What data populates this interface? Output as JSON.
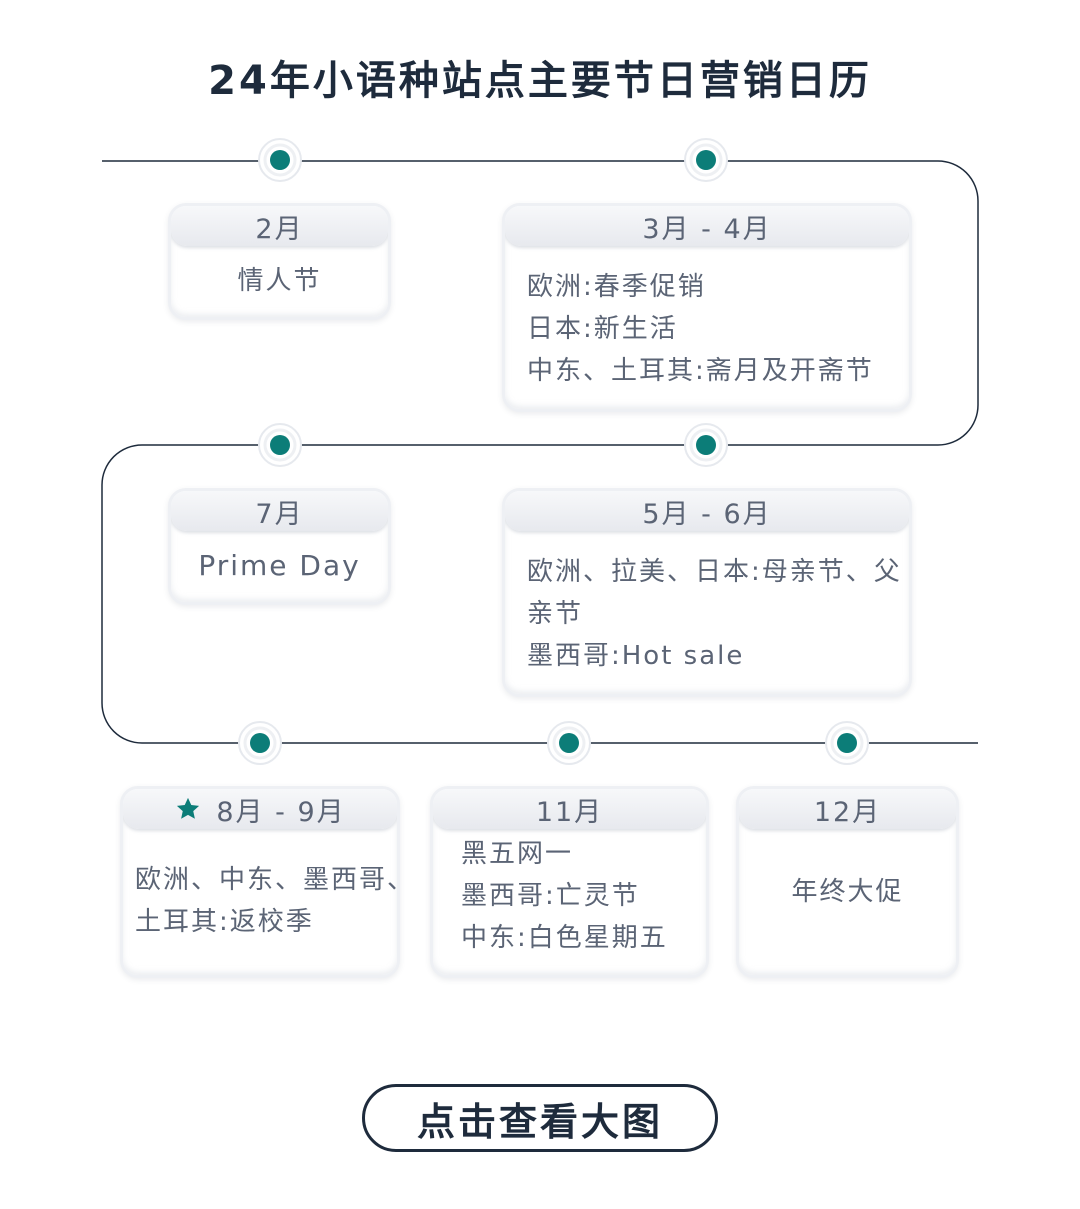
{
  "title": "24年小语种站点主要节日营销日历",
  "colors": {
    "node": "#0c7d78",
    "line": "#1e2b3c",
    "card_text": "#5b6475"
  },
  "cards": {
    "feb": {
      "month": "2月",
      "lines": [
        "情人节"
      ]
    },
    "mar_apr": {
      "month": "3月 - 4月",
      "lines": [
        "欧洲:春季促销",
        "日本:新生活",
        "中东、土耳其:斋月及开斋节"
      ]
    },
    "jul": {
      "month": "7月",
      "lines": [
        "Prime Day"
      ]
    },
    "may_jun": {
      "month": "5月 - 6月",
      "lines": [
        "欧洲、拉美、日本:母亲节、父",
        "亲节",
        "墨西哥:Hot sale"
      ]
    },
    "aug_sep": {
      "month": "8月 - 9月",
      "icon": "star-icon",
      "lines": [
        "欧洲、中东、墨西哥、",
        "土耳其:返校季"
      ]
    },
    "nov": {
      "month": "11月",
      "lines": [
        "黑五网一",
        "墨西哥:亡灵节",
        "中东:白色星期五"
      ]
    },
    "dec": {
      "month": "12月",
      "lines": [
        "年终大促"
      ]
    }
  },
  "cta_label": "点击查看大图"
}
